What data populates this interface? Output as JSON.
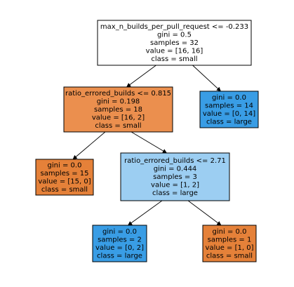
{
  "tree": {
    "colors": {
      "small_strong": "#e58139",
      "small_medium": "#eb8f4e",
      "large_strong": "#399de5",
      "large_light": "#9ccef2",
      "neutral": "#ffffff",
      "border": "#000000"
    },
    "nodes": [
      {
        "id": "root",
        "color": "neutral",
        "lines": [
          "max_n_builds_per_pull_request <= -0.233",
          "gini = 0.5",
          "samples = 32",
          "value = [16, 16]",
          "class = small"
        ]
      },
      {
        "id": "n1",
        "color": "small_medium",
        "lines": [
          "ratio_errored_builds <= 0.815",
          "gini = 0.198",
          "samples = 18",
          "value = [16, 2]",
          "class = small"
        ]
      },
      {
        "id": "n2",
        "color": "large_strong",
        "lines": [
          "gini = 0.0",
          "samples = 14",
          "value = [0, 14]",
          "class = large"
        ]
      },
      {
        "id": "n3",
        "color": "small_strong",
        "lines": [
          "gini = 0.0",
          "samples = 15",
          "value = [15, 0]",
          "class = small"
        ]
      },
      {
        "id": "n4",
        "color": "large_light",
        "lines": [
          "ratio_errored_builds <= 2.71",
          "gini = 0.444",
          "samples = 3",
          "value = [1, 2]",
          "class = large"
        ]
      },
      {
        "id": "n5",
        "color": "large_strong",
        "lines": [
          "gini = 0.0",
          "samples = 2",
          "value = [0, 2]",
          "class = large"
        ]
      },
      {
        "id": "n6",
        "color": "small_strong",
        "lines": [
          "gini = 0.0",
          "samples = 1",
          "value = [1, 0]",
          "class = small"
        ]
      }
    ],
    "edges": [
      {
        "from": "root",
        "to": "n1"
      },
      {
        "from": "root",
        "to": "n2"
      },
      {
        "from": "n1",
        "to": "n3"
      },
      {
        "from": "n1",
        "to": "n4"
      },
      {
        "from": "n4",
        "to": "n5"
      },
      {
        "from": "n4",
        "to": "n6"
      }
    ]
  }
}
